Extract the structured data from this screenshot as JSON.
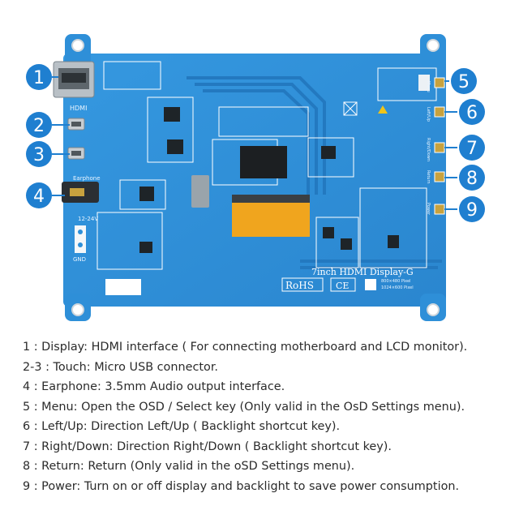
{
  "board": {
    "model_label": "7inch HDMI Display-G",
    "rohs_label": "RoHS",
    "ce_label": "CE",
    "earphone_label": "Earphone",
    "hdmi_label": "HDMI",
    "gnd_label": "GND",
    "voltage_label": "12-24V",
    "resolution_1": "800×480 Pixel",
    "resolution_2": "1024×600 Pixel",
    "button_labels": [
      "Menu",
      "Left/Up",
      "Right/Down",
      "Return",
      "Power"
    ]
  },
  "callouts": [
    {
      "number": "1"
    },
    {
      "number": "2"
    },
    {
      "number": "3"
    },
    {
      "number": "4"
    },
    {
      "number": "5"
    },
    {
      "number": "6"
    },
    {
      "number": "7"
    },
    {
      "number": "8"
    },
    {
      "number": "9"
    }
  ],
  "legend": [
    {
      "index": "1",
      "text": "1 : Display: HDMI interface ( For connecting motherboard and LCD monitor)."
    },
    {
      "index": "2-3",
      "text": "2-3 : Touch: Micro USB connector."
    },
    {
      "index": "4",
      "text": "4 : Earphone: 3.5mm Audio output interface."
    },
    {
      "index": "5",
      "text": "5 : Menu: Open the OSD / Select key (Only valid in the OsD Settings menu)."
    },
    {
      "index": "6",
      "text": "6 : Left/Up: Direction Left/Up ( Backlight shortcut key)."
    },
    {
      "index": "7",
      "text": "7 : Right/Down: Direction Right/Down ( Backlight shortcut key)."
    },
    {
      "index": "8",
      "text": "8 : Return: Return (Only valid in the oSD Settings menu)."
    },
    {
      "index": "9",
      "text": "9 : Power: Turn on or off display and backlight to save power consumption."
    }
  ],
  "colors": {
    "pcb_blue": "#2e8fd8",
    "badge_blue": "#1f7fd0",
    "legend_text": "#2b2b2b"
  }
}
